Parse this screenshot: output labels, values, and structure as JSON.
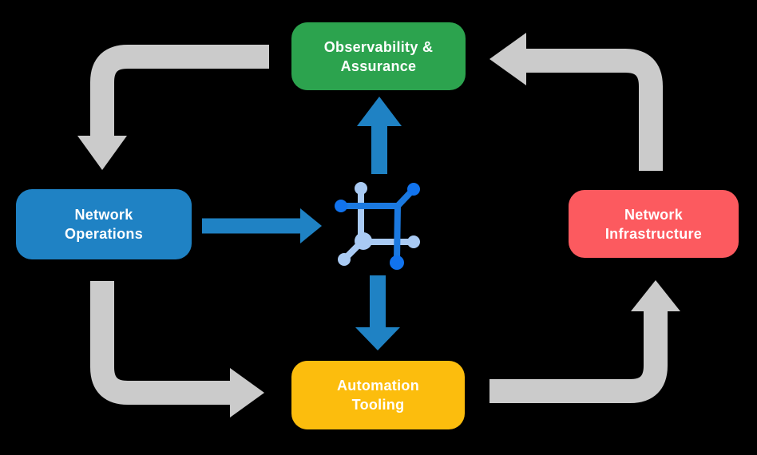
{
  "colors": {
    "background": "#000000",
    "text": "#FFFFFF",
    "green": "#2CA34E",
    "blue": "#1F82C4",
    "red": "#FC5A5F",
    "yellow": "#FCBD0D",
    "gray": "#CBCBCB",
    "hub_blue": "#1F82C4",
    "icon_dark": "#1B79E0",
    "icon_dot": "#1173EE",
    "icon_light": "#A9CAF3"
  },
  "nodes": {
    "observability": {
      "line1": "Observability &",
      "line2": "Assurance"
    },
    "operations": {
      "line1": "Network",
      "line2": "Operations"
    },
    "infrastructure": {
      "line1": "Network",
      "line2": "Infrastructure"
    },
    "tooling": {
      "line1": "Automation",
      "line2": "Tooling"
    }
  },
  "center_icon": {
    "name": "network-fabric-icon"
  },
  "flows": [
    {
      "from": "Observability & Assurance",
      "to": "Network Operations",
      "style": "gray-cycle"
    },
    {
      "from": "Network Operations",
      "to": "Automation Tooling",
      "style": "gray-cycle"
    },
    {
      "from": "Automation Tooling",
      "to": "Network Infrastructure",
      "style": "gray-cycle"
    },
    {
      "from": "Network Infrastructure",
      "to": "Observability & Assurance",
      "style": "gray-cycle"
    },
    {
      "from": "Network Operations",
      "to": "center-icon",
      "style": "blue-hub"
    },
    {
      "from": "center-icon",
      "to": "Observability & Assurance",
      "style": "blue-hub"
    },
    {
      "from": "center-icon",
      "to": "Automation Tooling",
      "style": "blue-hub"
    }
  ]
}
